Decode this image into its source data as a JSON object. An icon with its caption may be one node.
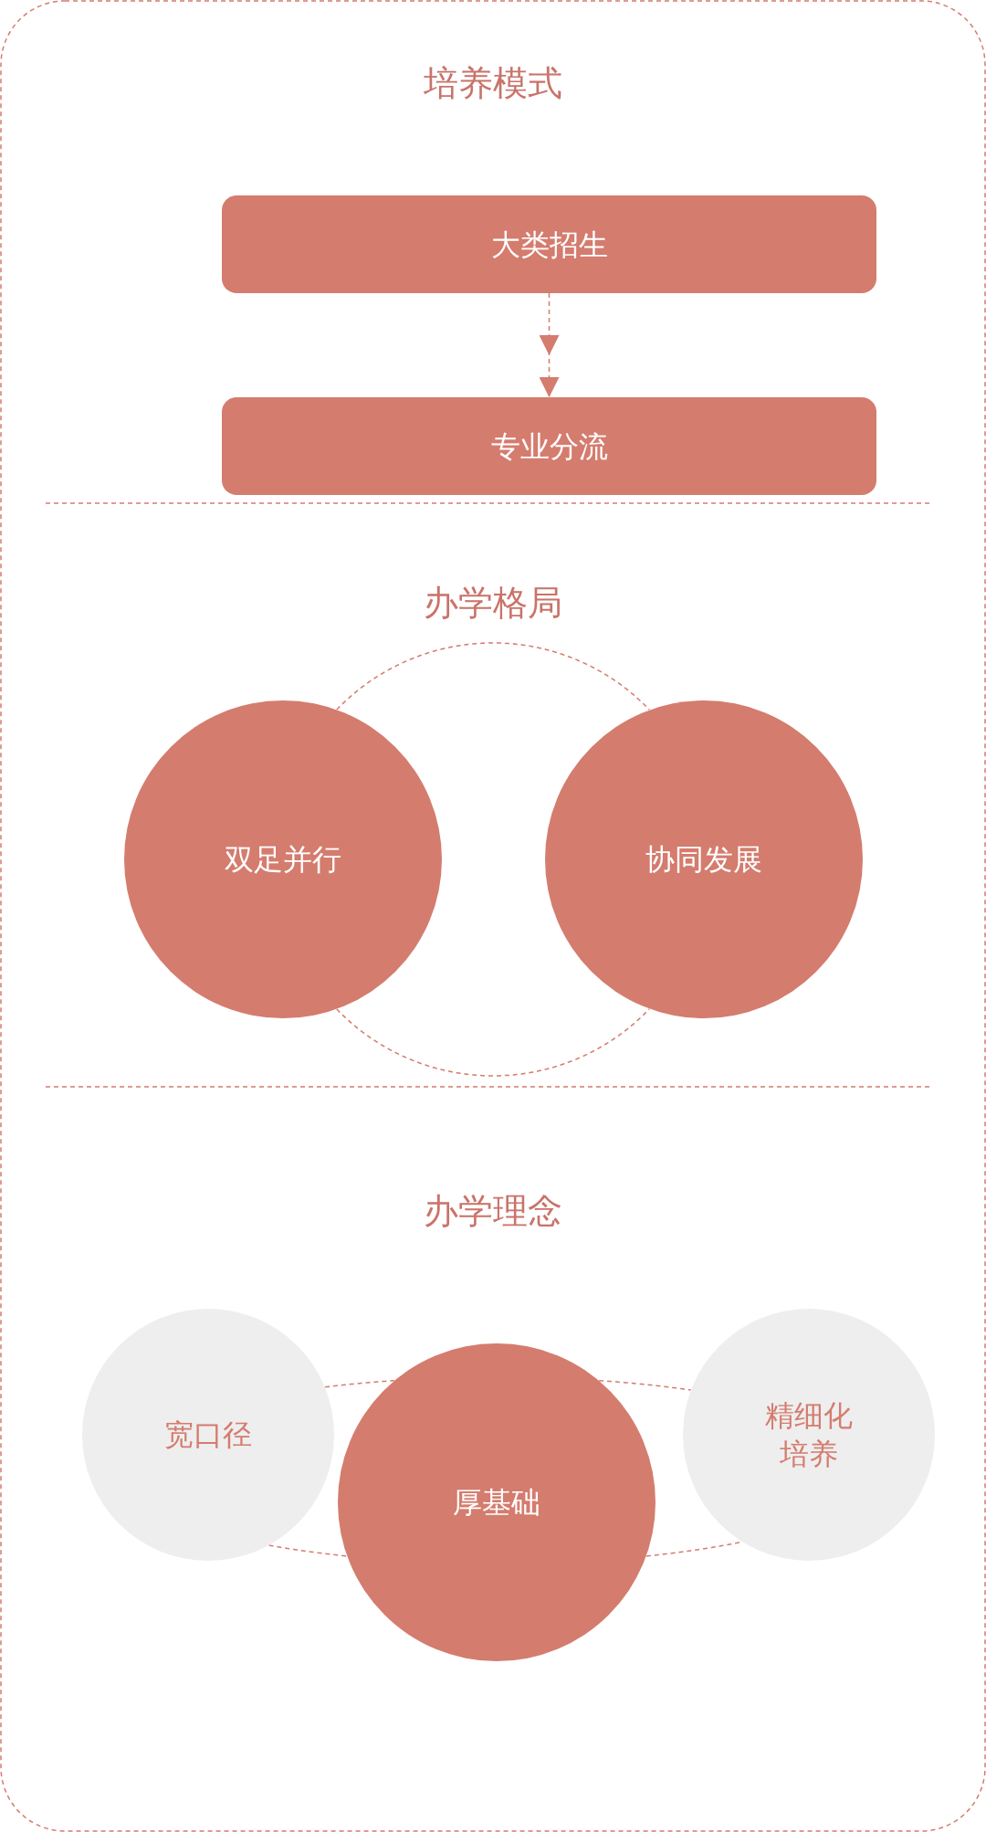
{
  "diagram": {
    "nodes": [
      {
        "text": [
          "大类招生"
        ]
      },
      {
        "text": [
          "专业分流"
        ]
      },
      {
        "text": [
          "双足并行"
        ]
      },
      {
        "text": [
          "协同发展"
        ]
      },
      {
        "text": [
          "宽口径"
        ]
      },
      {
        "text": [
          "厚基础"
        ]
      },
      {
        "text": [
          "精细化培养"
        ]
      }
    ],
    "edges": [
      {
        "from": 0,
        "to": 1,
        "arrow": "to",
        "style": "dashed"
      },
      {
        "from": 2,
        "to": 3,
        "arrow": "none",
        "style": "dashed"
      },
      {
        "from": 2,
        "to": 3,
        "arrow": "none",
        "style": "dashed"
      },
      {
        "from": 4,
        "to": 5,
        "arrow": "none",
        "style": "dashed"
      },
      {
        "from": 5,
        "to": 6,
        "arrow": "none",
        "style": "dashed"
      },
      {
        "from": 4,
        "to": 5,
        "arrow": "none",
        "style": "dashed"
      },
      {
        "from": 5,
        "to": 6,
        "arrow": "none",
        "style": "dashed"
      }
    ],
    "labels": [
      "培养模式",
      "办学格局",
      "办学理念"
    ]
  }
}
